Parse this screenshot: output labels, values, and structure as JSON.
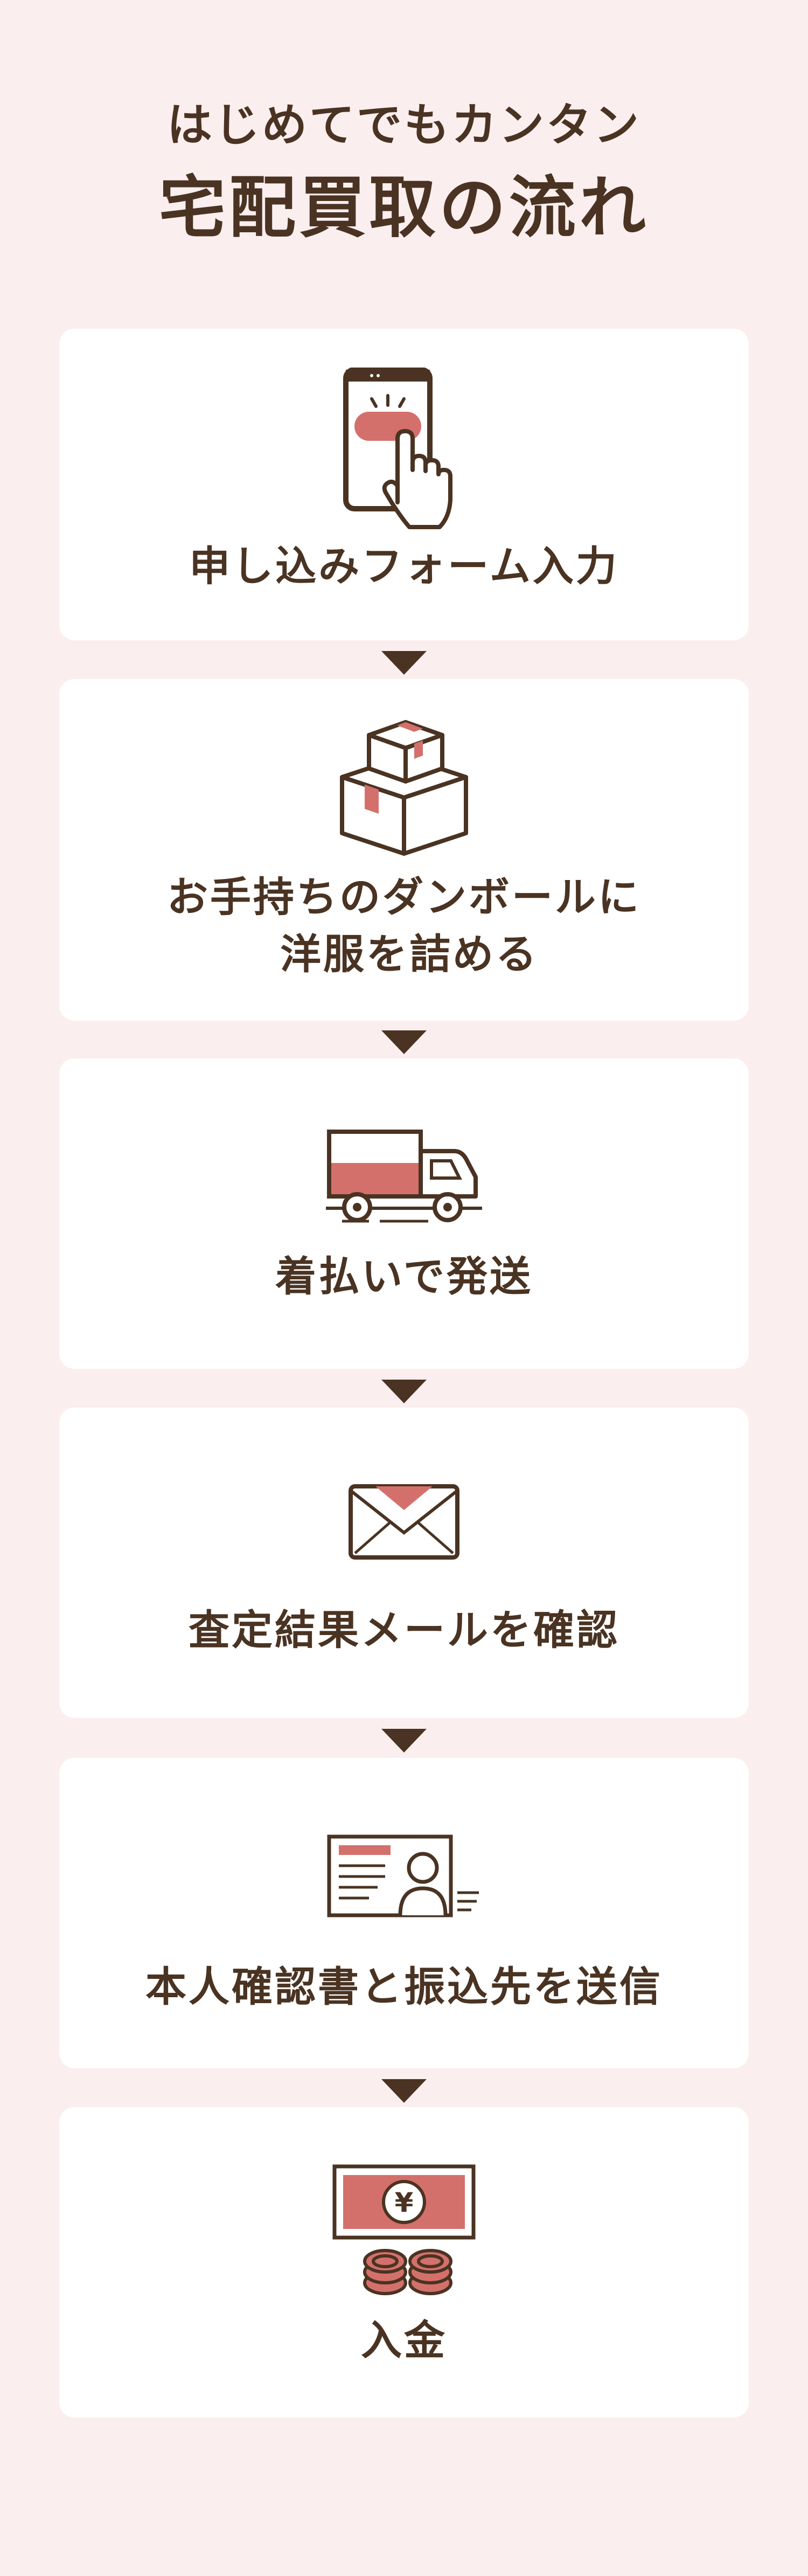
{
  "header": {
    "subtitle": "はじめてでもカンタン",
    "title": "宅配買取の流れ"
  },
  "steps": [
    {
      "label": "申し込みフォーム入力",
      "icon": "smartphone-tap-icon"
    },
    {
      "label_line1": "お手持ちのダンボールに",
      "label_line2": "洋服を詰める",
      "icon": "cardboard-boxes-icon"
    },
    {
      "label": "着払いで発送",
      "icon": "delivery-truck-icon"
    },
    {
      "label": "査定結果メールを確認",
      "icon": "envelope-icon"
    },
    {
      "label": "本人確認書と振込先を送信",
      "icon": "id-card-icon"
    },
    {
      "label": "入金",
      "icon": "money-yen-icon"
    }
  ],
  "colors": {
    "background": "#fbeeef",
    "card": "#ffffff",
    "text": "#4a3322",
    "accent": "#d4706b"
  }
}
